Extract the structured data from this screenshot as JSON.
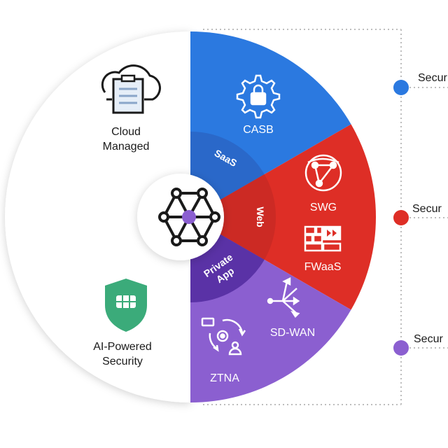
{
  "left_panel": {
    "cloud_managed": [
      "Cloud",
      "Managed"
    ],
    "ai_security": [
      "AI-Powered",
      "Security"
    ]
  },
  "segments": {
    "saas": {
      "label": "SaaS",
      "color": "#2a68c9"
    },
    "web": {
      "label": "Web",
      "color": "#cc2a24"
    },
    "private_app": {
      "label": [
        "Private",
        "App"
      ],
      "color": "#5a32a6"
    }
  },
  "features": {
    "casb": {
      "label": "CASB",
      "color": "#2b79e0"
    },
    "swg": {
      "label": "SWG",
      "color": "#de2e26"
    },
    "fwaas": {
      "label": "FWaaS",
      "color": "#de2e26"
    },
    "sdwan": {
      "label": "SD-WAN",
      "color": "#8b5fd0"
    },
    "ztna": {
      "label": "ZTNA",
      "color": "#8b5fd0"
    }
  },
  "right_labels": [
    {
      "text": "Secur",
      "color": "#2b79e0"
    },
    {
      "text": "Secur",
      "color": "#de2e26"
    },
    {
      "text": "Secur",
      "color": "#8b5fd0"
    }
  ],
  "colors": {
    "hub_node": "#8b5fd0",
    "shield": "#3bab7a",
    "connector": "#bdbdbd"
  }
}
